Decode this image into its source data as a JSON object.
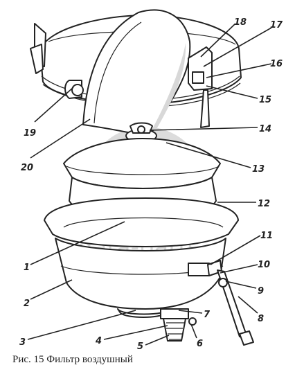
{
  "caption": "Рис. 15 Фильтр воздушный",
  "watermark": "data-parts",
  "callouts": [
    {
      "id": "1",
      "label": "1"
    },
    {
      "id": "2",
      "label": "2"
    },
    {
      "id": "3",
      "label": "3"
    },
    {
      "id": "4",
      "label": "4"
    },
    {
      "id": "5",
      "label": "5"
    },
    {
      "id": "6",
      "label": "6"
    },
    {
      "id": "7",
      "label": "7"
    },
    {
      "id": "8",
      "label": "8"
    },
    {
      "id": "9",
      "label": "9"
    },
    {
      "id": "10",
      "label": "10"
    },
    {
      "id": "11",
      "label": "11"
    },
    {
      "id": "12",
      "label": "12"
    },
    {
      "id": "13",
      "label": "13"
    },
    {
      "id": "14",
      "label": "14"
    },
    {
      "id": "15",
      "label": "15"
    },
    {
      "id": "16",
      "label": "16"
    },
    {
      "id": "17",
      "label": "17"
    },
    {
      "id": "18",
      "label": "18"
    },
    {
      "id": "19",
      "label": "19"
    },
    {
      "id": "20",
      "label": "20"
    }
  ]
}
